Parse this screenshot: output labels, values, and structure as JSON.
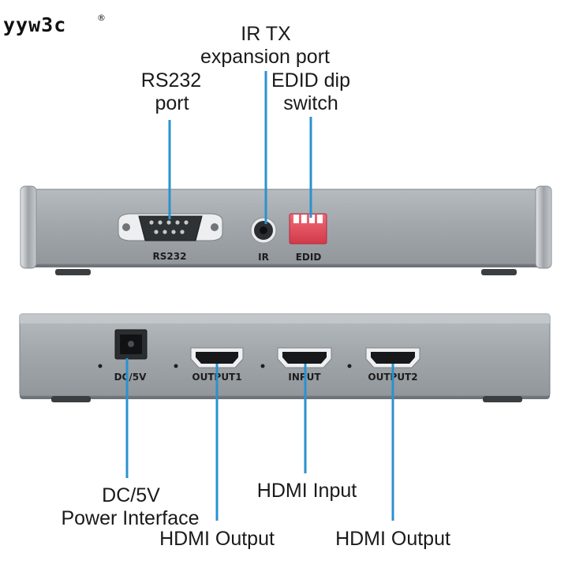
{
  "brand": {
    "name": "yyw3c",
    "mark": "®"
  },
  "callouts": {
    "rs232": [
      "RS232",
      "port"
    ],
    "ir_tx": [
      "IR TX",
      "expansion port"
    ],
    "edid": [
      "EDID dip",
      "switch"
    ],
    "dc": [
      "DC/5V",
      "Power Interface"
    ],
    "hdmi_input": "HDMI Input",
    "hdmi_output_1": "HDMI Output",
    "hdmi_output_2": "HDMI Output"
  },
  "back_panel": {
    "rs232": "RS232",
    "ir": "IR",
    "edid": "EDID"
  },
  "front_panel": {
    "dc": "DC/5V",
    "output1": "OUTPUT1",
    "input": "INPUT",
    "output2": "OUTPUT2"
  },
  "colors": {
    "leader": "#2a92cf",
    "panel": "#a3a8ad",
    "dip_switch": "#e34a58"
  }
}
